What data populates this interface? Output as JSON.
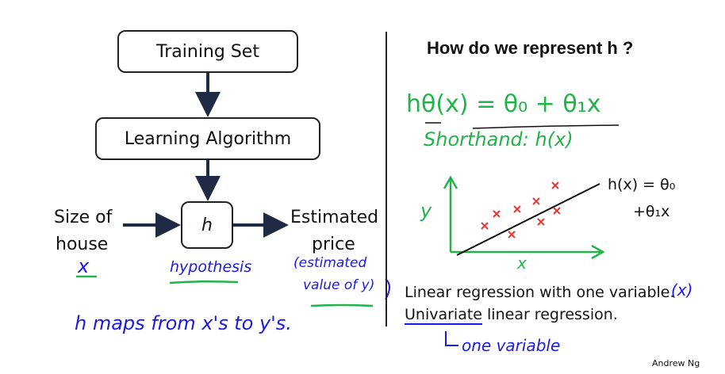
{
  "flow": {
    "training_set": "Training Set",
    "learning_algorithm": "Learning Algorithm",
    "h_box": "h",
    "input_line1": "Size of",
    "input_line2": "house",
    "output_line1": "Estimated",
    "output_line2": "price"
  },
  "notes_left": {
    "x": "x",
    "hypothesis": "hypothesis",
    "estimated_line1": "(estimated",
    "estimated_line2": "value of y)",
    "maps": "h maps from x's to y's."
  },
  "right": {
    "title": "How do we represent h ?",
    "formula": "hθ(x) = θ₀ + θ₁x",
    "shorthand": "Shorthand: h(x)",
    "hx_line1": "h(x) = θ₀",
    "hx_line2": "+θ₁x",
    "axis_y": "y",
    "axis_x": "x",
    "linear_text": "Linear regression with one variable.",
    "x_paren": "(x)",
    "univariate_text": "Univariate linear regression.",
    "one_variable": "one variable"
  },
  "footer": {
    "author": "Andrew Ng"
  },
  "colors": {
    "handwriting_blue": "#1a1ae6",
    "handwriting_green": "#22b34a",
    "arrow": "#1f2a44"
  }
}
